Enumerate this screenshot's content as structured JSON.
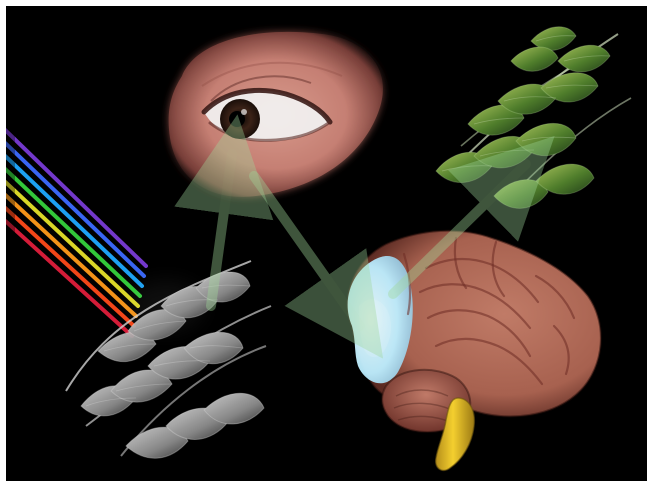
{
  "illustration": {
    "subjects": [
      "eye",
      "brain",
      "leaves-grayscale",
      "leaves-color",
      "light-spectrum"
    ],
    "colors": {
      "background": "#000000",
      "border": "#ffffff",
      "visual_cortex_highlight": "#b9ecff",
      "arrow": "#9fd79a",
      "spectrum": [
        "#7a3bd6",
        "#3d6bff",
        "#1fa9ff",
        "#35d23d",
        "#e5e22a",
        "#ff9a1a",
        "#ff4a1a",
        "#e01e3c"
      ]
    }
  }
}
